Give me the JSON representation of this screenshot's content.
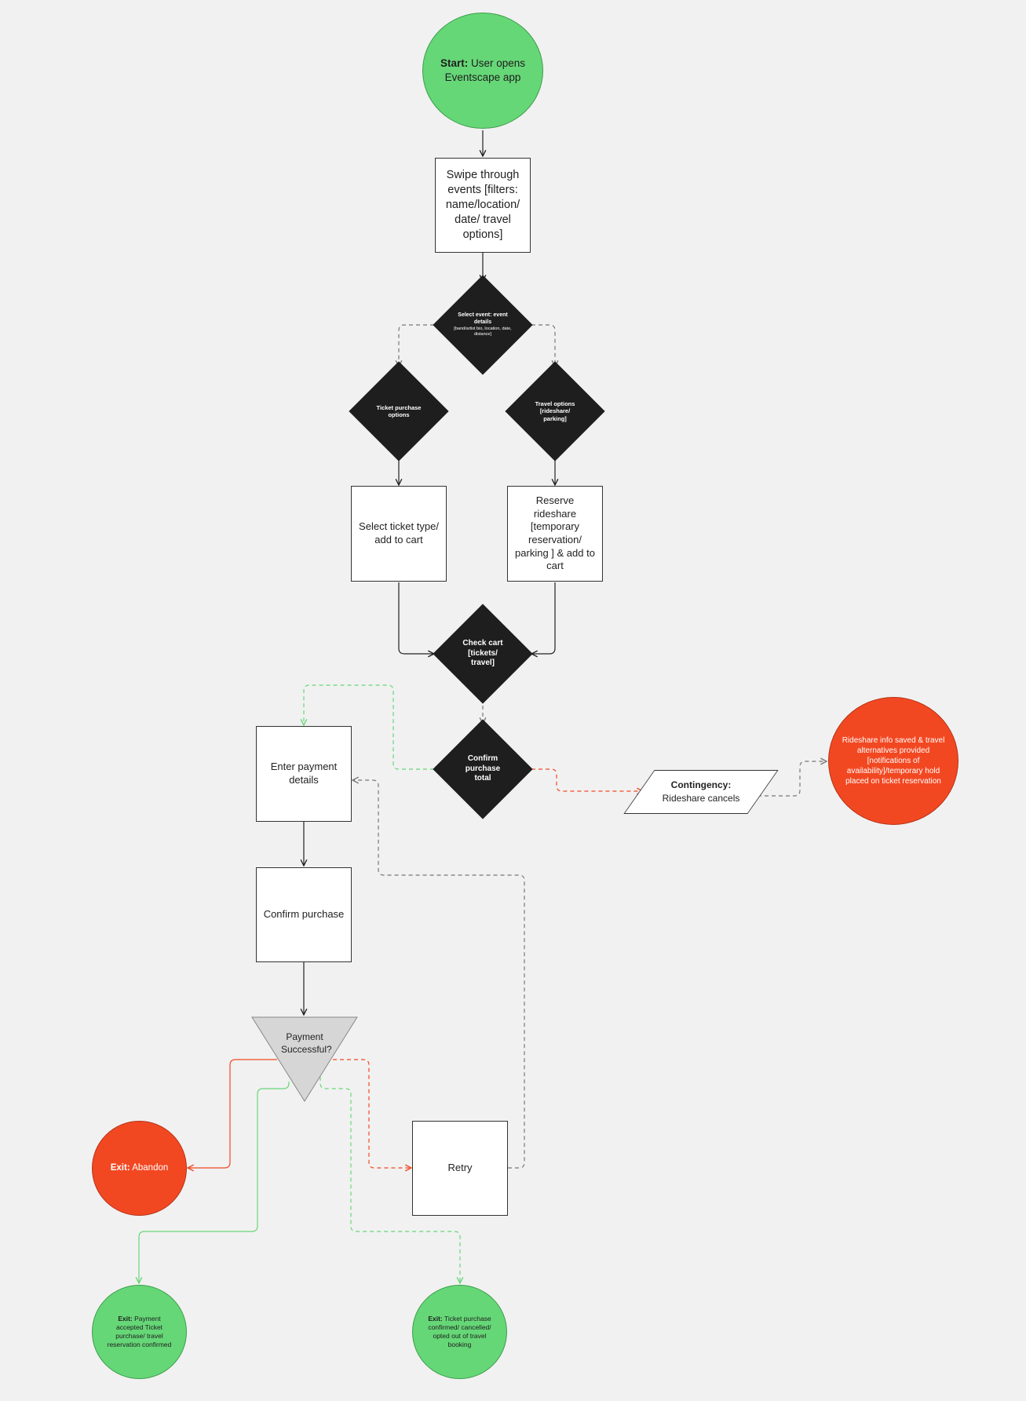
{
  "colors": {
    "background": "#f1f1f1",
    "start_exit_green": "#66d777",
    "alert_red": "#f24822",
    "decision_black": "#1e1e1e",
    "flow_gray": "#777777"
  },
  "nodes": {
    "start": {
      "bold": "Start:",
      "text": " User opens Eventscape app"
    },
    "swipe": {
      "text": "Swipe through events [filters: name/location/ date/ travel options]"
    },
    "select_event": {
      "title": "Select event: event details",
      "detail": "[band/artist bio, location, date, distance]"
    },
    "ticket_options": {
      "text": "Ticket purchase options"
    },
    "travel_options": {
      "text": "Travel options [rideshare/ parking]"
    },
    "select_ticket": {
      "text": "Select ticket type/ add to cart"
    },
    "reserve_rideshare": {
      "text": "Reserve rideshare [temporary reservation/ parking ] & add to cart"
    },
    "check_cart": {
      "text": "Check cart [tickets/ travel]"
    },
    "confirm_total": {
      "text": "Confirm purchase total"
    },
    "enter_payment": {
      "text": "Enter payment details"
    },
    "contingency": {
      "bold": "Contingency:",
      "text": "Rideshare cancels"
    },
    "rideshare_saved": {
      "text": "Rideshare info saved & travel alternatives provided [notifications of availability]/temporary hold placed on ticket reservation"
    },
    "confirm_purchase": {
      "text": "Confirm purchase"
    },
    "payment_successful": {
      "text": "Payment Successful?"
    },
    "exit_abandon": {
      "bold": "Exit:",
      "text": " Abandon"
    },
    "retry": {
      "text": "Retry"
    },
    "exit_payment": {
      "bold": "Exit:",
      "text": " Payment accepted Ticket purchase/ travel reservation confirmed"
    },
    "exit_ticket": {
      "bold": "Exit:",
      "text": " Ticket purchase confirmed/ cancelled/ opted out of travel booking"
    }
  }
}
